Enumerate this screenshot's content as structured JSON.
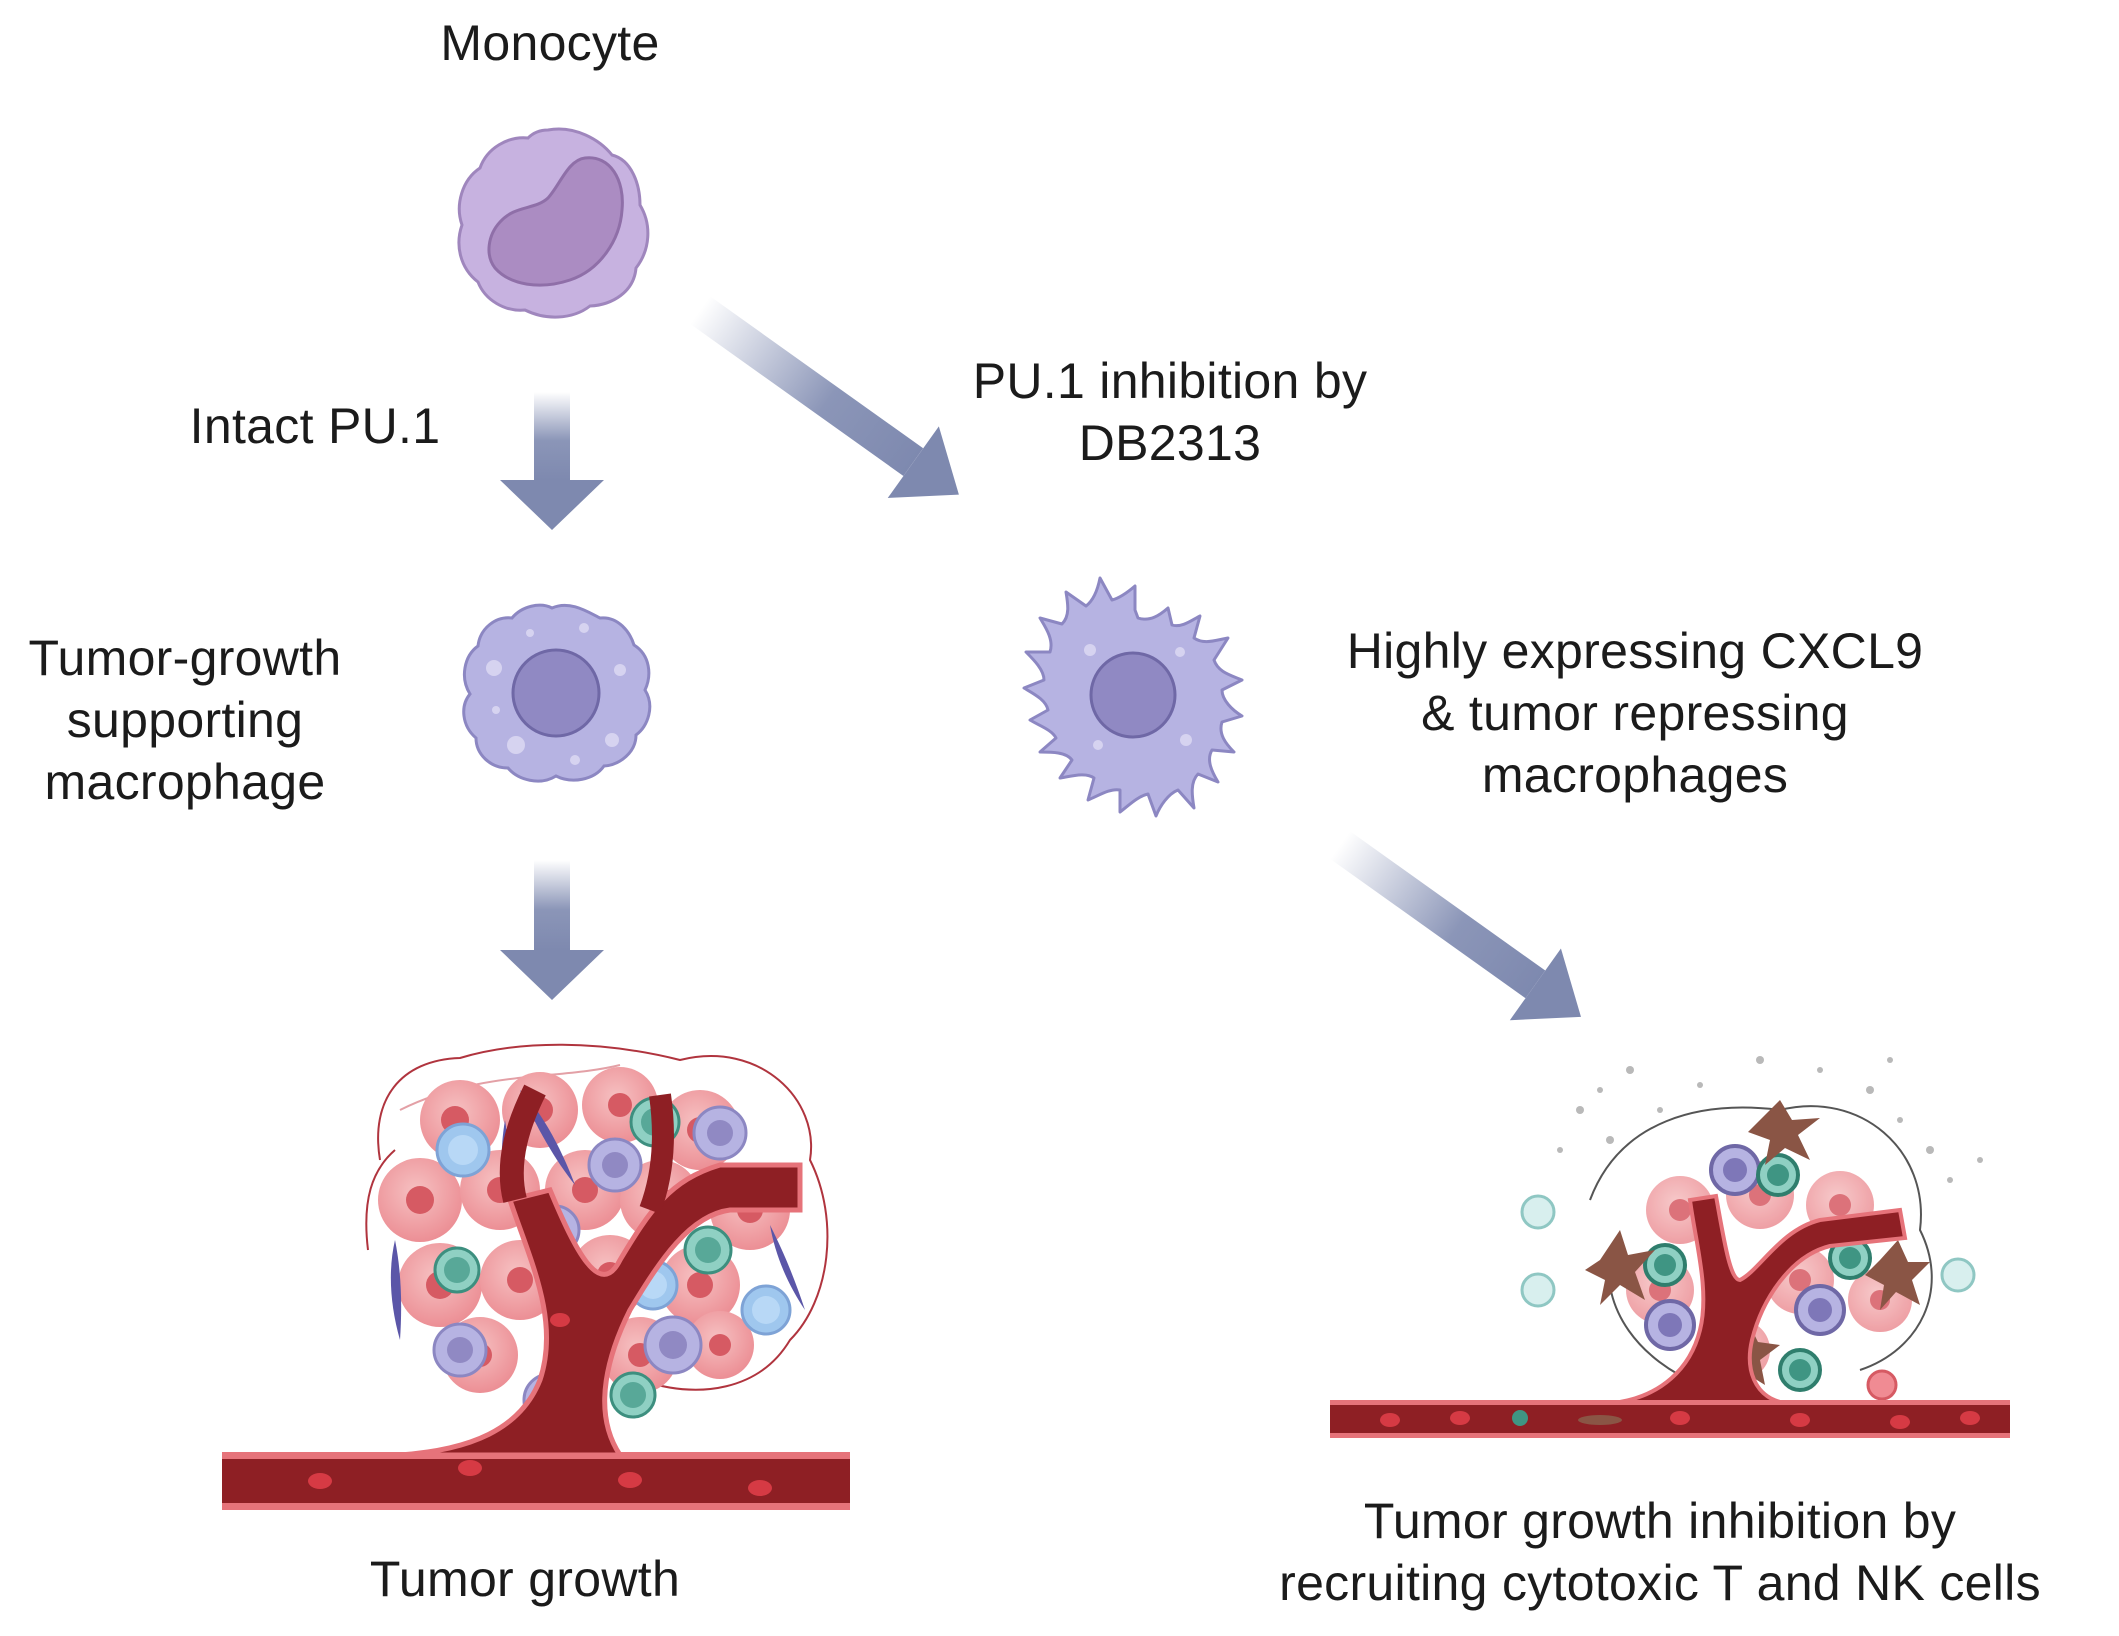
{
  "labels": {
    "monocyte": "Monocyte",
    "intact_pu1": "Intact PU.1",
    "pu1_inhibition": [
      "PU.1 inhibition by",
      "DB2313"
    ],
    "supporting_macrophage": [
      "Tumor-growth",
      "supporting",
      "macrophage"
    ],
    "repressing_macrophages": [
      "Highly expressing CXCL9",
      "& tumor repressing",
      "macrophages"
    ],
    "tumor_growth": "Tumor growth",
    "growth_inhibition": [
      "Tumor growth inhibition by",
      "recruiting cytotoxic T and NK cells"
    ]
  },
  "colors": {
    "arrow": "#8590b4",
    "monocyte_body": "#c7b2e0",
    "monocyte_nucleus": "#ab8cc2",
    "macrophage_body": "#b6b3e2",
    "macrophage_nucleus": "#9089c3",
    "vessel": "#8e1f24",
    "vessel_edge": "#e6737a",
    "tumor_cell": "#ef9ca0",
    "tumor_nucleus": "#d65a63"
  },
  "icons": [
    "monocyte-icon",
    "macrophage-icon",
    "dendritic-macrophage-icon",
    "tumor-vessel-icon",
    "inhibited-tumor-icon"
  ]
}
